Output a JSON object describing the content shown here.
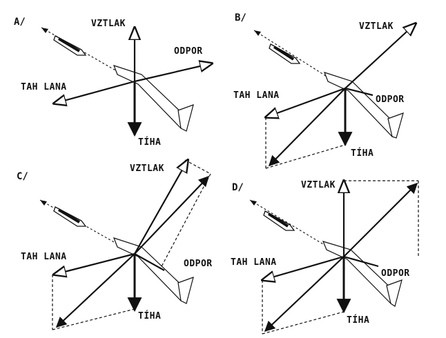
{
  "colors": {
    "ink": "#111111",
    "background": "#ffffff"
  },
  "panels": [
    {
      "id": "A",
      "label": "A/",
      "forces": {
        "lift": "VZTLAK",
        "drag": "ODPOR",
        "tow": "TAH LANA",
        "weight": "TÍHA"
      }
    },
    {
      "id": "B",
      "label": "B/",
      "forces": {
        "lift": "VZTLAK",
        "drag": "ODPOR",
        "tow": "TAH LANA",
        "weight": "TÍHA"
      }
    },
    {
      "id": "C",
      "label": "C/",
      "forces": {
        "lift": "VZTLAK",
        "drag": "ODPOR",
        "tow": "TAH LANA",
        "weight": "TÍHA"
      }
    },
    {
      "id": "D",
      "label": "D/",
      "forces": {
        "lift": "VZTLAK",
        "drag": "ODPOR",
        "tow": "TAH LANA",
        "weight": "TÍHA"
      }
    }
  ]
}
